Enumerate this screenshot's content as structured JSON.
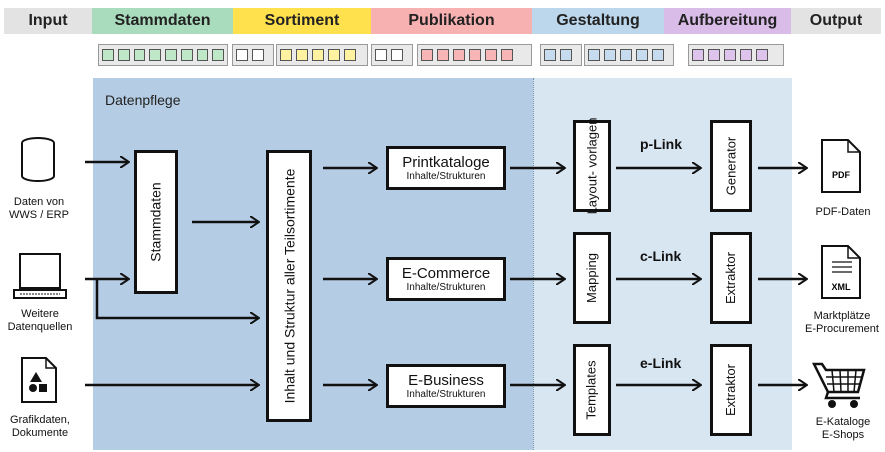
{
  "header": {
    "tabs": [
      {
        "label": "Input",
        "color": "#e3e3e3"
      },
      {
        "label": "Stammdaten",
        "color": "#a9dcbd"
      },
      {
        "label": "Sortiment",
        "color": "#ffe14d"
      },
      {
        "label": "Publikation",
        "color": "#f8b1b1"
      },
      {
        "label": "Gestaltung",
        "color": "#bcd7ec"
      },
      {
        "label": "Aufbereitung",
        "color": "#d9bce8"
      },
      {
        "label": "Output",
        "color": "#e3e3e3"
      }
    ]
  },
  "diagram": {
    "section_title": "Datenpflege",
    "inputs": [
      {
        "caption": "Daten von\nWWS / ERP",
        "icon": "database-icon"
      },
      {
        "caption": "Weitere\nDatenquellen",
        "icon": "laptop-icon"
      },
      {
        "caption": "Grafikdaten,\nDokumente",
        "icon": "document-shapes-icon"
      }
    ],
    "stammdaten": "Stammdaten",
    "sortiment": "Inhalt und Struktur\naller Teilsortimente",
    "publications": [
      {
        "title": "Printkataloge",
        "sub": "Inhalte/Strukturen"
      },
      {
        "title": "E-Commerce",
        "sub": "Inhalte/Strukturen"
      },
      {
        "title": "E-Business",
        "sub": "Inhalte/Strukturen"
      }
    ],
    "design": [
      "Layout-\nvorlagen",
      "Mapping",
      "Templates"
    ],
    "links": [
      "p-Link",
      "c-Link",
      "e-Link"
    ],
    "processors": [
      "Generator",
      "Extraktor",
      "Extraktor"
    ],
    "outputs": [
      {
        "caption": "PDF-Daten",
        "icon": "pdf-file-icon",
        "badge": "PDF"
      },
      {
        "caption": "Marktplätze\nE-Procurement",
        "icon": "xml-file-icon",
        "badge": "XML"
      },
      {
        "caption": "E-Kataloge\nE-Shops",
        "icon": "shopping-cart-icon"
      }
    ]
  }
}
